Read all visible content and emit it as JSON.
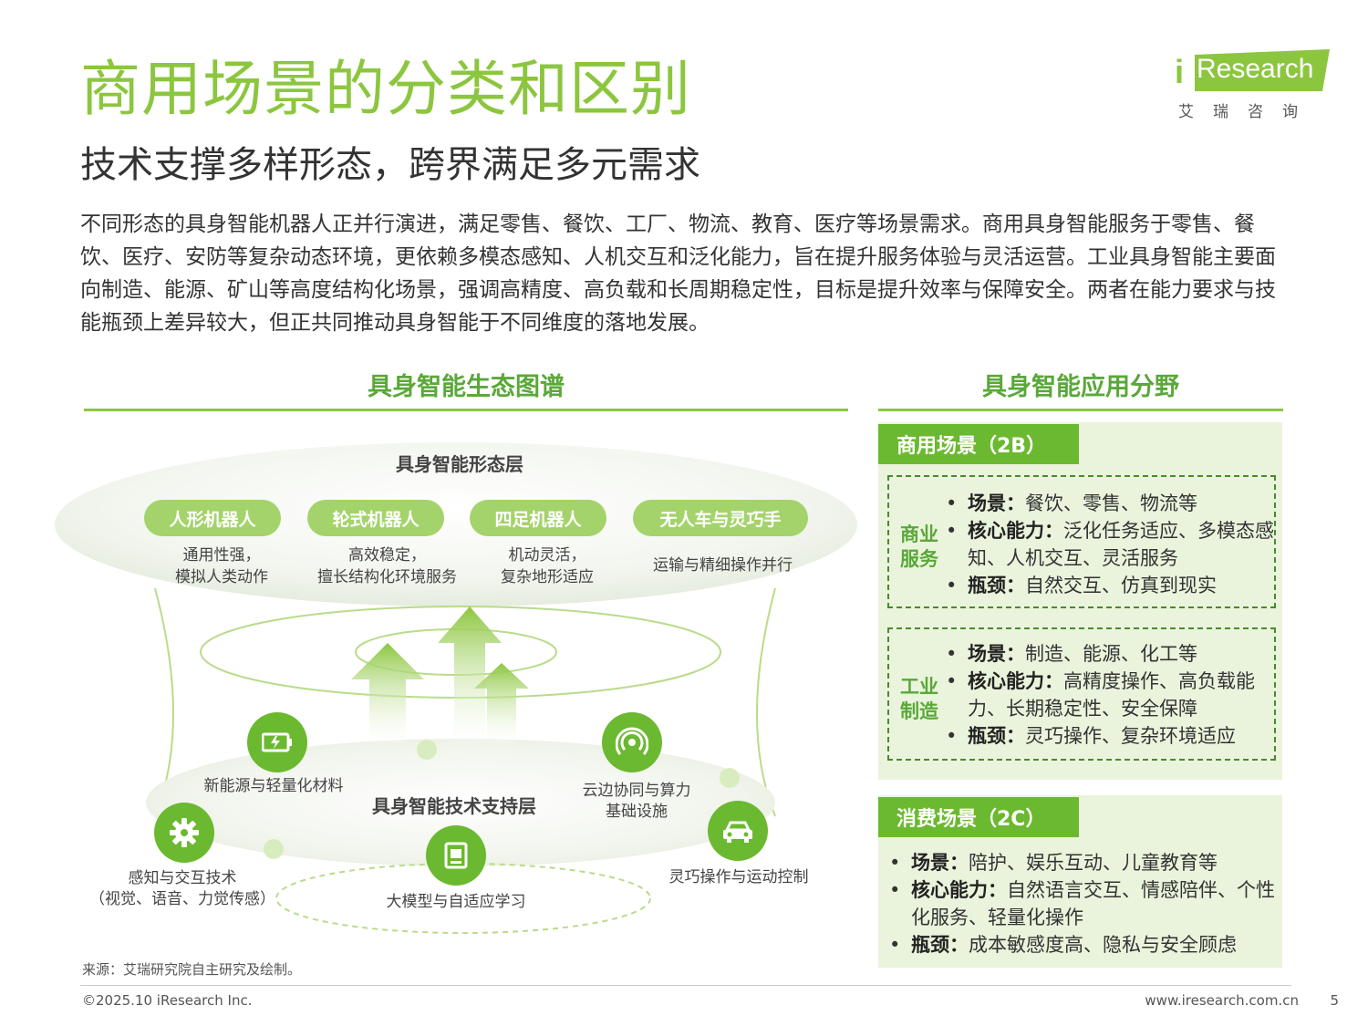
{
  "header": {
    "title": "商用场景的分类和区别",
    "subtitle": "技术支撑多样形态，跨界满足多元需求",
    "intro": "不同形态的具身智能机器人正并行演进，满足零售、餐饮、工厂、物流、教育、医疗等场景需求。商用具身智能服务于零售、餐饮、医疗、安防等复杂动态环境，更依赖多模态感知、人机交互和泛化能力，旨在提升服务体验与灵活运营。工业具身智能主要面向制造、能源、矿山等高度结构化场景，强调高精度、高负载和长周期稳定性，目标是提升效率与保障安全。两者在能力要求与技能瓶颈上差异较大，但正共同推动具身智能于不同维度的落地发展。"
  },
  "logo": {
    "mark": "i",
    "text": "Research",
    "cn": "艾瑞咨询"
  },
  "left": {
    "heading": "具身智能生态图谱",
    "form_layer": {
      "title": "具身智能形态层",
      "items": [
        {
          "label": "人形机器人",
          "desc1": "通用性强，",
          "desc2": "模拟人类动作"
        },
        {
          "label": "轮式机器人",
          "desc1": "高效稳定，",
          "desc2": "擅长结构化环境服务"
        },
        {
          "label": "四足机器人",
          "desc1": "机动灵活，",
          "desc2": "复杂地形适应"
        },
        {
          "label": "无人车与灵巧手",
          "desc1": "运输与精细操作并行",
          "desc2": ""
        }
      ]
    },
    "tech_layer": {
      "title": "具身智能技术支持层",
      "items": [
        {
          "label1": "新能源与轻量化材料",
          "label2": "",
          "icon": "battery-icon"
        },
        {
          "label1": "云边协同与算力",
          "label2": "基础设施",
          "icon": "signal-icon"
        },
        {
          "label1": "感知与交互技术",
          "label2": "（视觉、语音、力觉传感）",
          "icon": "gear-icon"
        },
        {
          "label1": "大模型与自适应学习",
          "label2": "",
          "icon": "chip-icon"
        },
        {
          "label1": "灵巧操作与运动控制",
          "label2": "",
          "icon": "vehicle-icon"
        }
      ]
    }
  },
  "right": {
    "heading": "具身智能应用分野",
    "b2b": {
      "tab": "商用场景（2B）",
      "groups": [
        {
          "cat1": "商业",
          "cat2": "服务",
          "bullets": [
            {
              "k": "场景：",
              "v": "餐饮、零售、物流等"
            },
            {
              "k": "核心能力：",
              "v": "泛化任务适应、多模态感知、人机交互、灵活服务"
            },
            {
              "k": "瓶颈：",
              "v": "自然交互、仿真到现实"
            }
          ]
        },
        {
          "cat1": "工业",
          "cat2": "制造",
          "bullets": [
            {
              "k": "场景：",
              "v": "制造、能源、化工等"
            },
            {
              "k": "核心能力：",
              "v": "高精度操作、高负载能力、长期稳定性、安全保障"
            },
            {
              "k": "瓶颈：",
              "v": "灵巧操作、复杂环境适应"
            }
          ]
        }
      ]
    },
    "b2c": {
      "tab": "消费场景（2C）",
      "bullets": [
        {
          "k": "场景：",
          "v": "陪护、娱乐互动、儿童教育等"
        },
        {
          "k": "核心能力：",
          "v": "自然语言交互、情感陪伴、个性化服务、轻量化操作"
        },
        {
          "k": "瓶颈：",
          "v": "成本敏感度高、隐私与安全顾虑"
        }
      ]
    }
  },
  "footer": {
    "source": "来源：艾瑞研究院自主研究及绘制。",
    "copyright": "©2025.10 iResearch Inc.",
    "site": "www.iresearch.com.cn",
    "page": "5"
  },
  "colors": {
    "accent": "#8cc63f",
    "dark_green": "#5aa839",
    "tab_green": "#6bb930",
    "panel": "#eaf4dc"
  }
}
